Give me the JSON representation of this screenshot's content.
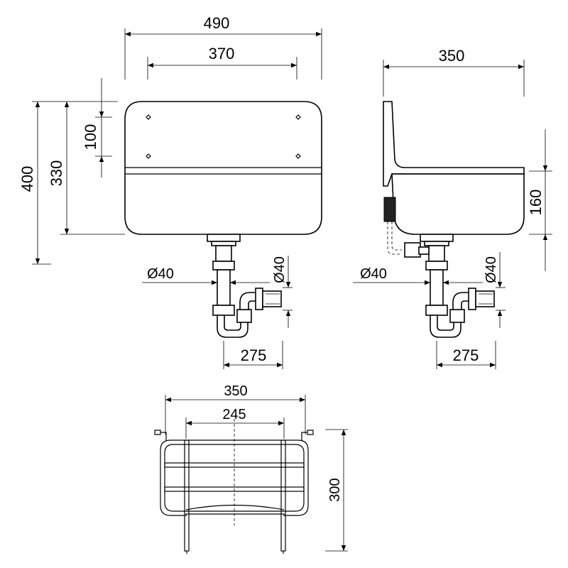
{
  "front_view": {
    "width_overall": "490",
    "width_inner": "370",
    "height_overall": "400",
    "height_to_drain": "330",
    "upper_panel": "100",
    "drain_diameter_h": "Ø40",
    "drain_diameter_v": "Ø40",
    "trap_offset": "275"
  },
  "side_view": {
    "depth": "350",
    "basin_height": "160",
    "drain_diameter_h": "Ø40",
    "drain_diameter_v": "Ø40",
    "trap_offset": "275"
  },
  "grate_view": {
    "width_overall": "350",
    "width_inner": "245",
    "depth": "300"
  }
}
